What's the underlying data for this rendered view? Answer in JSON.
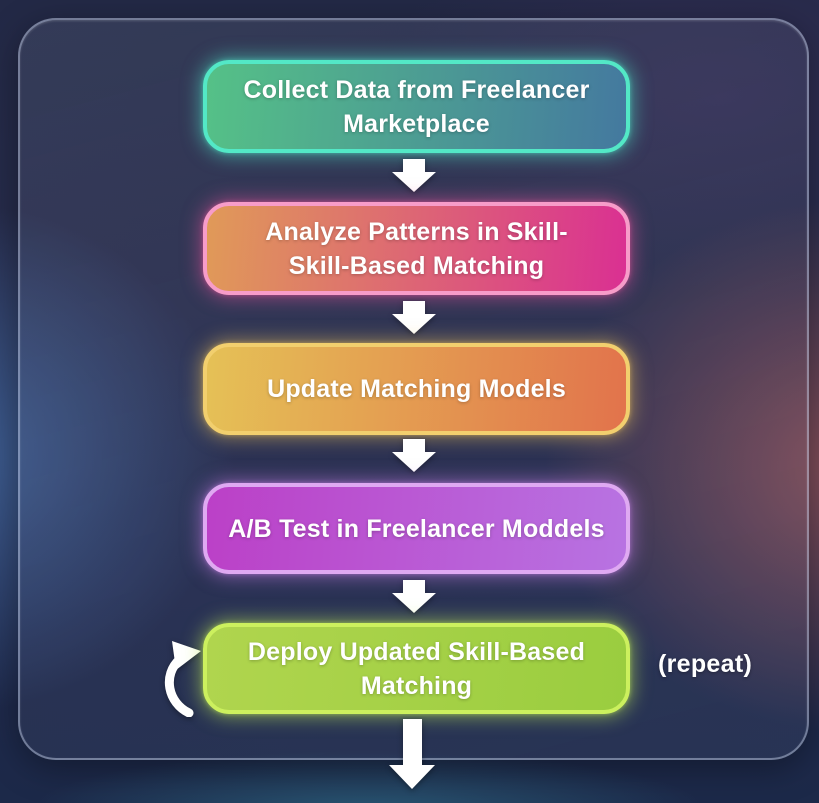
{
  "diagram": {
    "steps": [
      {
        "name": "collect-data",
        "line1": "Collect Data from Freelancer",
        "line2": "Marketplace",
        "fill_left": "#55c187",
        "fill_right": "#44799f",
        "border": "#53e8c6",
        "glow": "rgba(80,228,198,0.55)"
      },
      {
        "name": "analyze-patterns",
        "line1": "Analyze Patterns in Skill-",
        "line2": "Skill-Based Matching",
        "fill_left": "#e09a58",
        "fill_right": "#da3092",
        "border": "#f79cc9",
        "glow": "rgba(238,85,160,0.5)"
      },
      {
        "name": "update-models",
        "line1": "Update Matching Models",
        "line2": "",
        "fill_left": "#e5c156",
        "fill_right": "#e2734c",
        "border": "#f2cf6e",
        "glow": "rgba(242,198,92,0.5)"
      },
      {
        "name": "ab-test",
        "line1": "A/B Test in Freelancer Moddels",
        "line2": "",
        "fill_left": "#bb40c7",
        "fill_right": "#b873e2",
        "border": "#dfa9f2",
        "glow": "rgba(208,132,240,0.5)"
      },
      {
        "name": "deploy-matching",
        "line1": "Deploy Updated Skill-Based",
        "line2": "Matching",
        "fill_left": "#b0d54e",
        "fill_right": "#9acd3f",
        "border": "#ccf05e",
        "glow": "rgba(192,235,85,0.55)"
      }
    ],
    "repeat_label": "(repeat)",
    "arrow_color": "#ffffff"
  }
}
